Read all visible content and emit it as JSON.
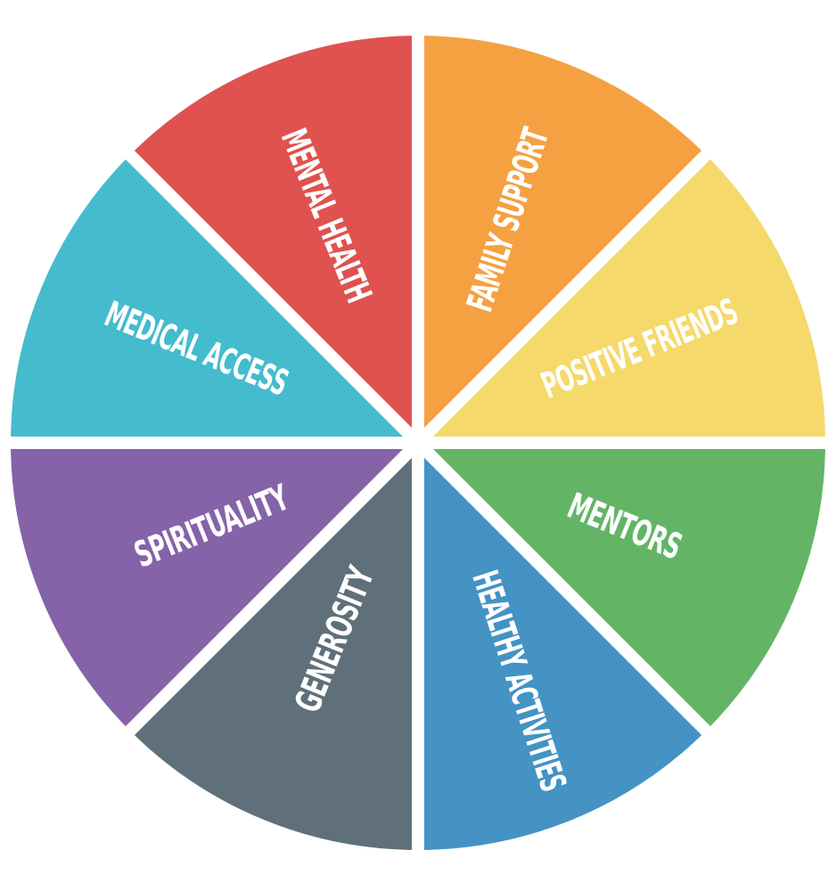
{
  "wheel": {
    "segments": [
      {
        "label": "FAMILY SUPPORT",
        "color": "#F5A142"
      },
      {
        "label": "POSITIVE FRIENDS",
        "color": "#F5D96A"
      },
      {
        "label": "MENTORS",
        "color": "#63B565"
      },
      {
        "label": "HEALTHY ACTIVITIES",
        "color": "#4493C4"
      },
      {
        "label": "GENEROSITY",
        "color": "#5F707A"
      },
      {
        "label": "SPIRITUALITY",
        "color": "#8563A8"
      },
      {
        "label": "MEDICAL ACCESS",
        "color": "#44BCCD"
      },
      {
        "label": "MENTAL HEALTH",
        "color": "#E0524F"
      }
    ]
  }
}
